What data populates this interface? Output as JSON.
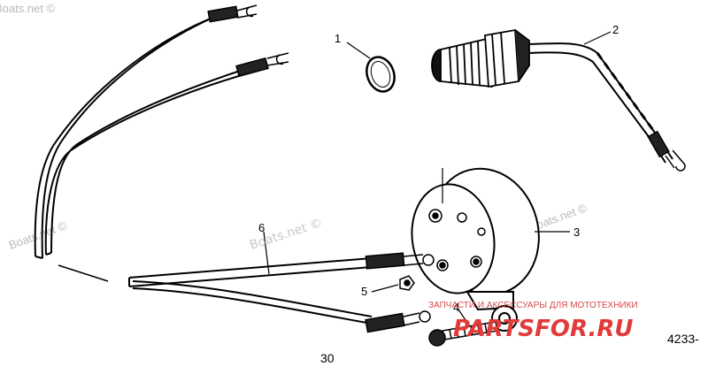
{
  "callouts": {
    "c1": "1",
    "c2": "2",
    "c3": "3",
    "c4": "4",
    "c5": "5",
    "c6": "6"
  },
  "watermarks": {
    "boats_top_left": "Boats.net ©",
    "boats_mid_left": "Boats.net ©",
    "boats_center": "Boats.net ©",
    "boats_right": "Boats.net ©"
  },
  "brand": {
    "name": "PARTSFOR.RU",
    "tagline": "ЗАПЧАСТИ И АКСЕССУАРЫ ДЛЯ МОТОТЕХНИКИ",
    "color": "#e23a3a"
  },
  "page_number": "30",
  "drawing_ref": "4233-"
}
